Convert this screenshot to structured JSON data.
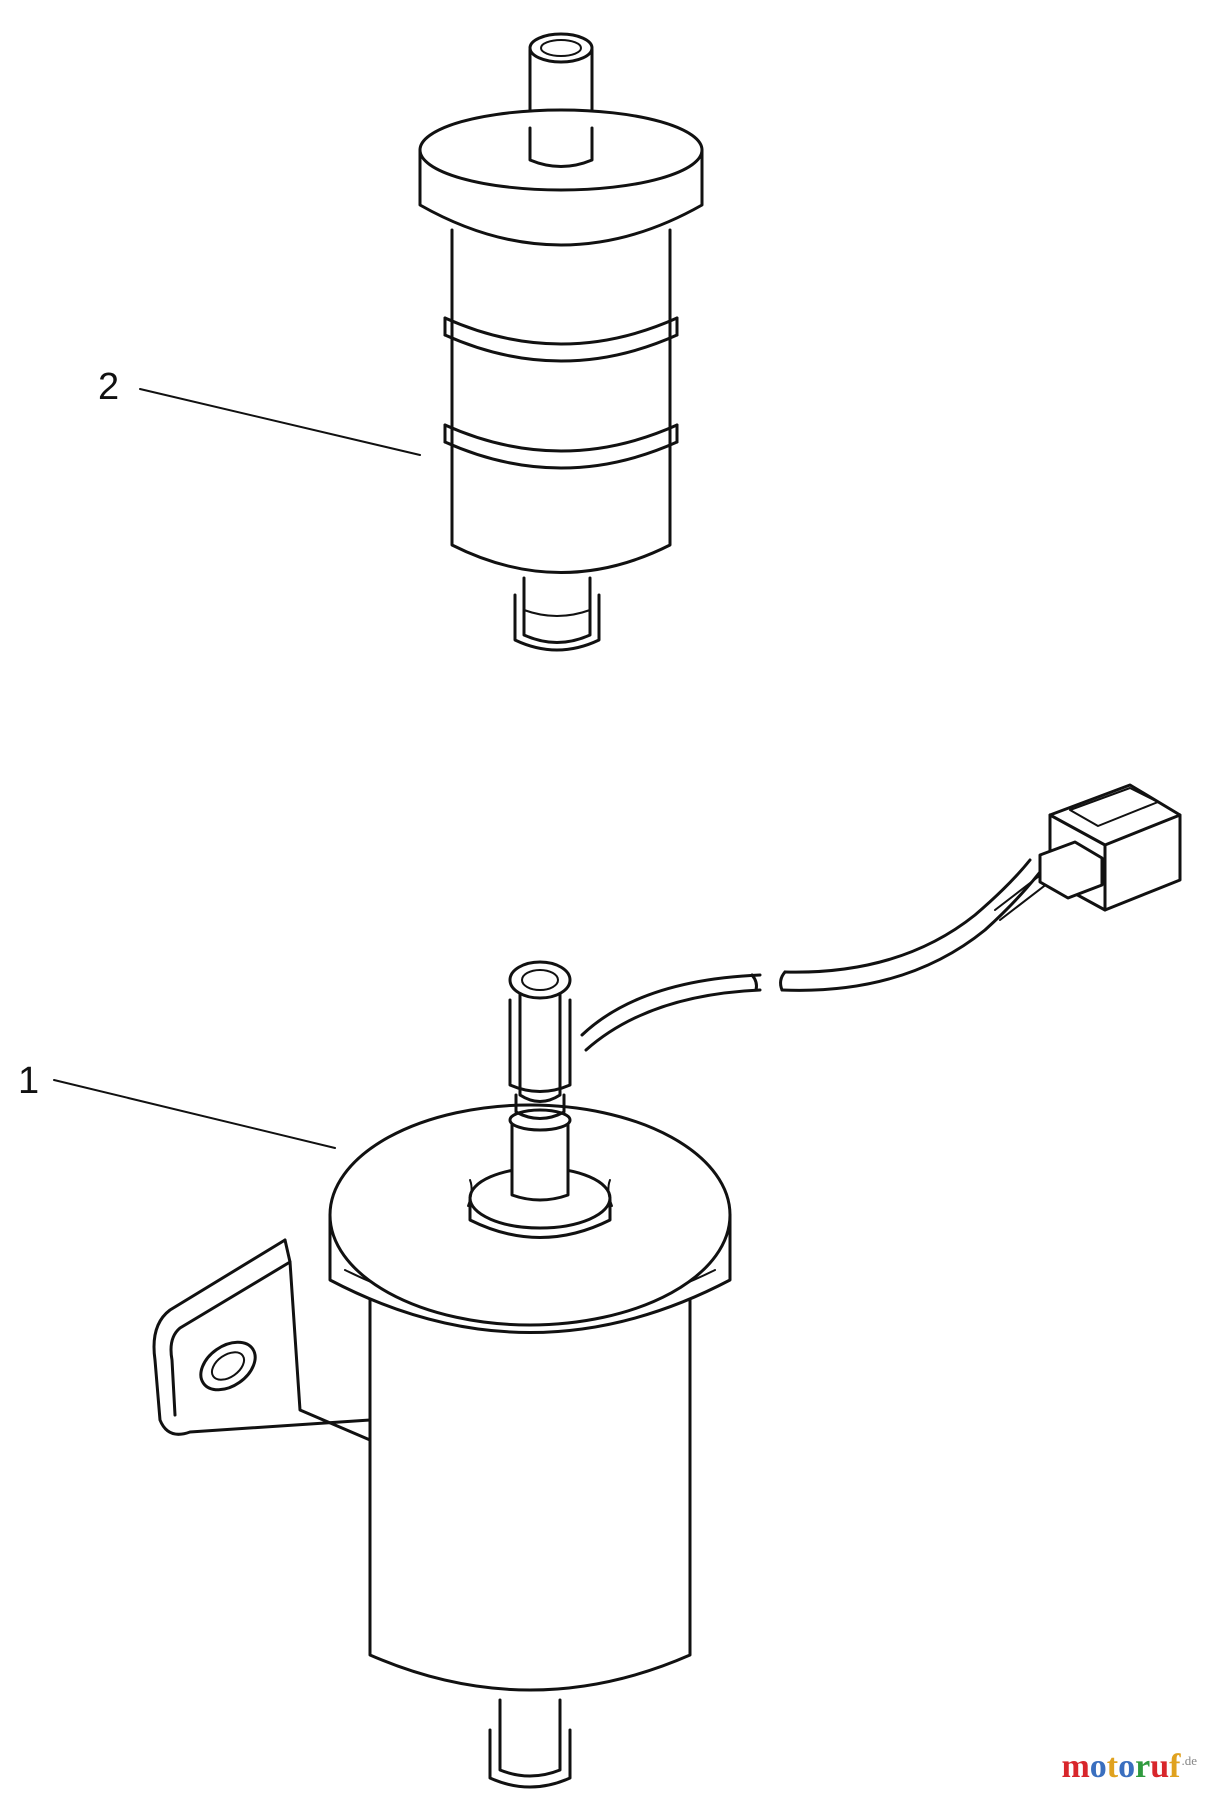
{
  "diagram": {
    "callouts": [
      {
        "number": "2",
        "part": "fuel-filter"
      },
      {
        "number": "1",
        "part": "fuel-pump"
      }
    ]
  },
  "watermark": {
    "segments": [
      {
        "text": "m",
        "color": "#d8262b"
      },
      {
        "text": "o",
        "color": "#3a6fbf"
      },
      {
        "text": "t",
        "color": "#e0a21f"
      },
      {
        "text": "o",
        "color": "#3a6fbf"
      },
      {
        "text": "r",
        "color": "#2f9a3e"
      },
      {
        "text": "u",
        "color": "#d8262b"
      },
      {
        "text": "f",
        "color": "#e0a21f"
      }
    ],
    "suffix": ".de"
  },
  "colors": {
    "line": "#111111",
    "background": "#ffffff"
  }
}
